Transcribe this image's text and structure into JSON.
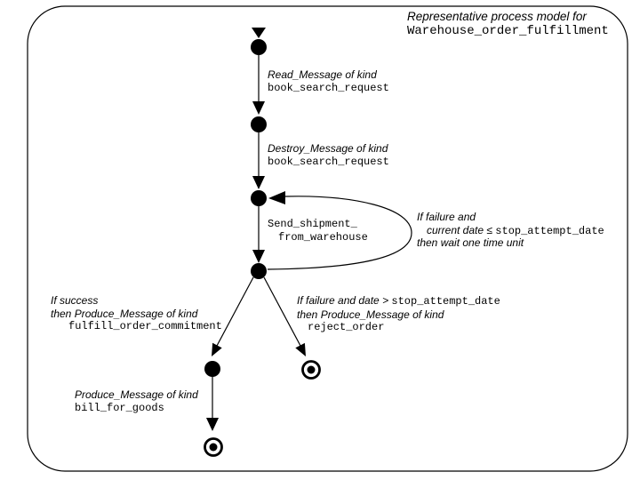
{
  "title": {
    "line1": "Representative process model for",
    "line2": "Warehouse_order_fulfillment"
  },
  "transitions": {
    "read": {
      "action": "Read_Message of kind",
      "kind": "book_search_request"
    },
    "destroy": {
      "action": "Destroy_Message of kind",
      "kind": "book_search_request"
    },
    "send": {
      "action_line1": "Send_shipment_",
      "action_line2": "from_warehouse"
    },
    "retry_loop": {
      "line1": "If failure and",
      "line2_condition": "current date ≤ ",
      "line2_value": "stop_attempt_date",
      "line3": "then wait one time unit"
    },
    "success": {
      "line1": "If success",
      "line2": "then Produce_Message of kind",
      "line3": "fulfill_order_commitment"
    },
    "failure": {
      "line1_condition": "If failure and date > ",
      "line1_value": "stop_attempt_date",
      "line2": "then Produce_Message of kind",
      "line3": "reject_order"
    },
    "bill": {
      "action": "Produce_Message of kind",
      "kind": "bill_for_goods"
    }
  },
  "nodes": {
    "start_marker": "start-arrow",
    "state_nodes": 5,
    "final_nodes": 2
  },
  "colors": {
    "ink": "#000000",
    "background": "#ffffff"
  }
}
